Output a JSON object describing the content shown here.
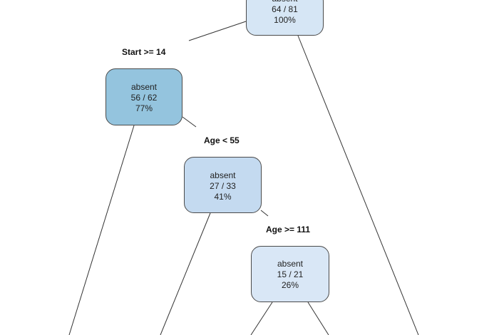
{
  "tree": {
    "nodes": [
      {
        "id": "root",
        "class": "absent",
        "count": "64 / 81",
        "pct": "100%",
        "color": "#d6e6f5"
      },
      {
        "id": "n2",
        "class": "absent",
        "count": "56 / 62",
        "pct": "77%",
        "color": "#94c4de"
      },
      {
        "id": "n3",
        "class": "absent",
        "count": "27 / 33",
        "pct": "41%",
        "color": "#c4daf0"
      },
      {
        "id": "n4",
        "class": "absent",
        "count": "15 / 21",
        "pct": "26%",
        "color": "#d9e7f6"
      }
    ],
    "splits": [
      {
        "id": "s1",
        "label": "Start >= 14"
      },
      {
        "id": "s2",
        "label": "Age < 55"
      },
      {
        "id": "s3",
        "label": "Age >= 111"
      }
    ]
  }
}
